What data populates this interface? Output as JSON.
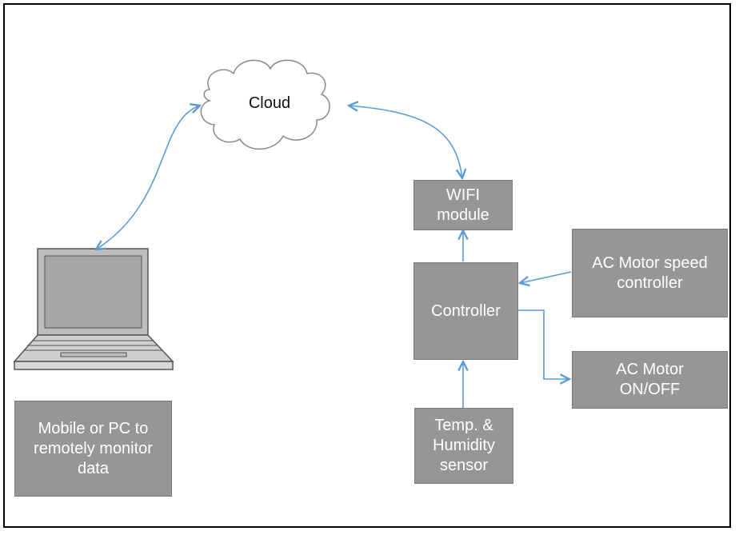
{
  "nodes": {
    "cloud": "Cloud",
    "wifi": [
      "WIFI",
      "module"
    ],
    "controller": "Controller",
    "speed_controller": [
      "AC Motor speed",
      "controller"
    ],
    "motor_onoff": [
      "AC Motor",
      "ON/OFF"
    ],
    "sensor": [
      "Temp. &",
      "Humidity",
      "sensor"
    ],
    "remote": [
      "Mobile or PC to",
      "remotely monitor",
      "data"
    ]
  },
  "colors": {
    "box_fill": "#969696",
    "arrow": "#5b9bd5",
    "laptop_frame": "#bdbdbd",
    "laptop_screen": "#a6a6a6"
  }
}
